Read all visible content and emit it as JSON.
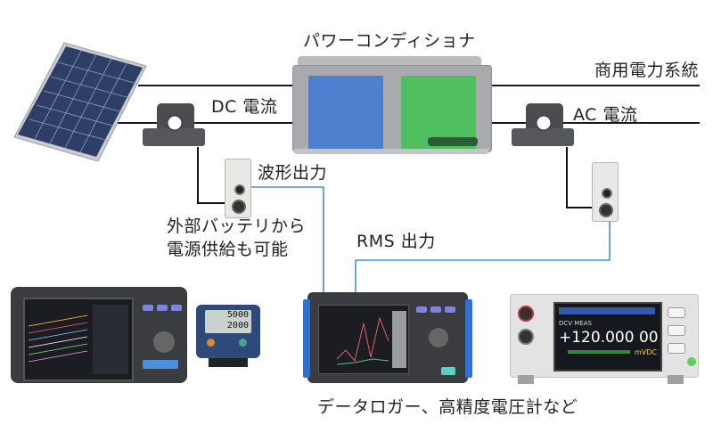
{
  "title": "パワーコンディショナ 測定構成図",
  "labels": {
    "power_conditioner": "パワーコンディショナ",
    "grid": "商用電力系統",
    "dc_current": "DC 電流",
    "ac_current": "AC 電流",
    "waveform_output": "波形出力",
    "external_battery_line1": "外部バッテリから",
    "external_battery_line2": "電源供給も可能",
    "rms_output": "RMS 出力",
    "instruments": "データロガー、高精度電圧計など"
  },
  "devices": {
    "solar_panel": "solar-panel",
    "power_conditioner": "power-conditioner",
    "dc_sensor": "current-sensor-dc",
    "ac_sensor": "current-sensor-ac",
    "dc_converter": "sensor-unit-dc",
    "ac_converter": "sensor-unit-ac",
    "memory_hilogger": "memory-hilogger",
    "clamp_logger": "clamp-logger",
    "data_logger": "data-logger",
    "voltmeter": "dc-voltmeter"
  },
  "displays": {
    "clamp_logger_top": "5000",
    "clamp_logger_bottom": "2000",
    "voltmeter_reading": "+120.000 00",
    "voltmeter_unit": "mVDC",
    "voltmeter_mode": "DCV MEAS"
  },
  "colors": {
    "power_wire": "#1a1a1a",
    "signal_wire": "#4a8fcf",
    "pcs_blue": "#4f7fcf",
    "pcs_green": "#4fbf5f",
    "pcs_body": "#a8aaad",
    "solar_cell": "#2e3f66"
  }
}
